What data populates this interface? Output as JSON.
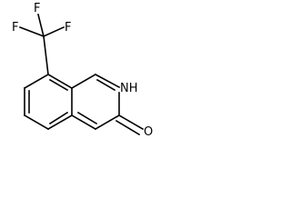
{
  "structure": {
    "atoms": {
      "f1": "F",
      "f2": "F",
      "f3": "F",
      "nh": "NH",
      "o": "O"
    },
    "colors": {
      "bond": "#000000",
      "label": "#000000",
      "background": "#ffffff"
    }
  }
}
